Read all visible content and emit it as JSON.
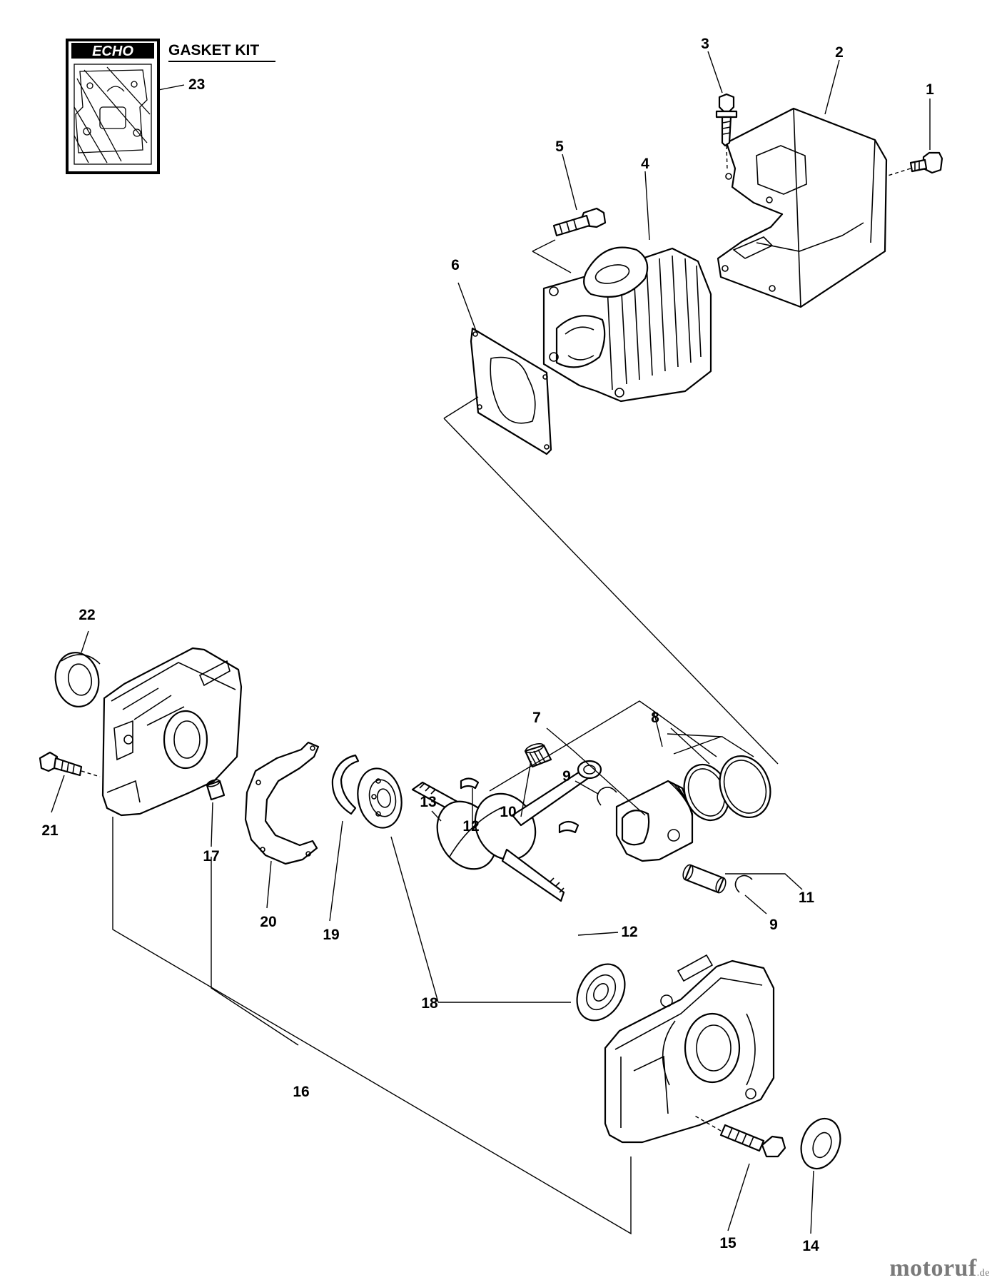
{
  "kit": {
    "brand_logo_text": "ECHO",
    "title": "GASKET KIT",
    "number": "23"
  },
  "callouts": {
    "c1": "1",
    "c2": "2",
    "c3": "3",
    "c4": "4",
    "c5": "5",
    "c6": "6",
    "c7": "7",
    "c8": "8",
    "c9a": "9",
    "c9b": "9",
    "c10": "10",
    "c11": "11",
    "c12a": "12",
    "c12b": "12",
    "c13": "13",
    "c14": "14",
    "c15": "15",
    "c16": "16",
    "c17": "17",
    "c18": "18",
    "c19": "19",
    "c20": "20",
    "c21": "21",
    "c22": "22"
  },
  "watermark": {
    "name": "motoruf",
    "suffix": ".de"
  }
}
